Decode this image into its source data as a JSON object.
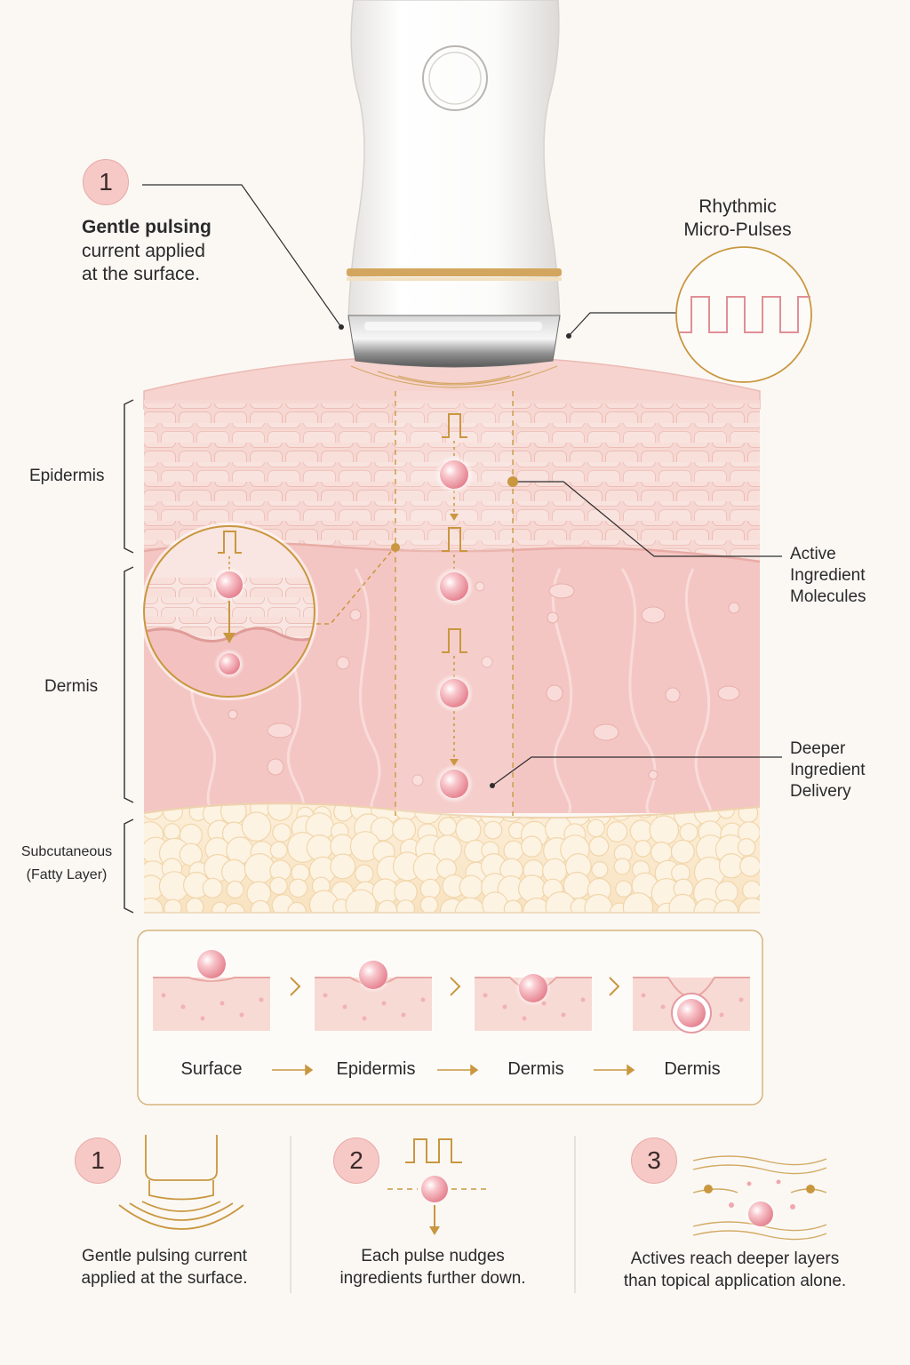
{
  "device_callout": {
    "number": "1",
    "title": "Gentle pulsing",
    "line2": "current applied",
    "line3": "at the surface."
  },
  "pulse_callout": {
    "line1": "Rhythmic",
    "line2": "Micro-Pulses"
  },
  "layers": {
    "epidermis": "Epidermis",
    "dermis": "Dermis",
    "subcutaneous_line1": "Subcutaneous",
    "subcutaneous_line2": "(Fatty Layer)"
  },
  "right_labels": {
    "active": [
      "Active",
      "Ingredient",
      "Molecules"
    ],
    "deeper": [
      "Deeper",
      "Ingredient",
      "Delivery"
    ]
  },
  "progression": {
    "stages": [
      "Surface",
      "Epidermis",
      "Dermis",
      "Dermis"
    ]
  },
  "steps": [
    {
      "number": "1",
      "line1": "Gentle pulsing current",
      "line2": "applied at the surface."
    },
    {
      "number": "2",
      "line1": "Each pulse nudges",
      "line2": "ingredients further down."
    },
    {
      "number": "3",
      "line1": "Actives reach deeper layers",
      "line2": "than topical application alone."
    }
  ],
  "colors": {
    "gold": "#c9973f",
    "pink_molecule": "#f2a5ad",
    "epidermis": "#f7d5d0",
    "dermis": "#f5c8c6",
    "fat": "#fbe9cf",
    "background": "#fbf8f4"
  }
}
